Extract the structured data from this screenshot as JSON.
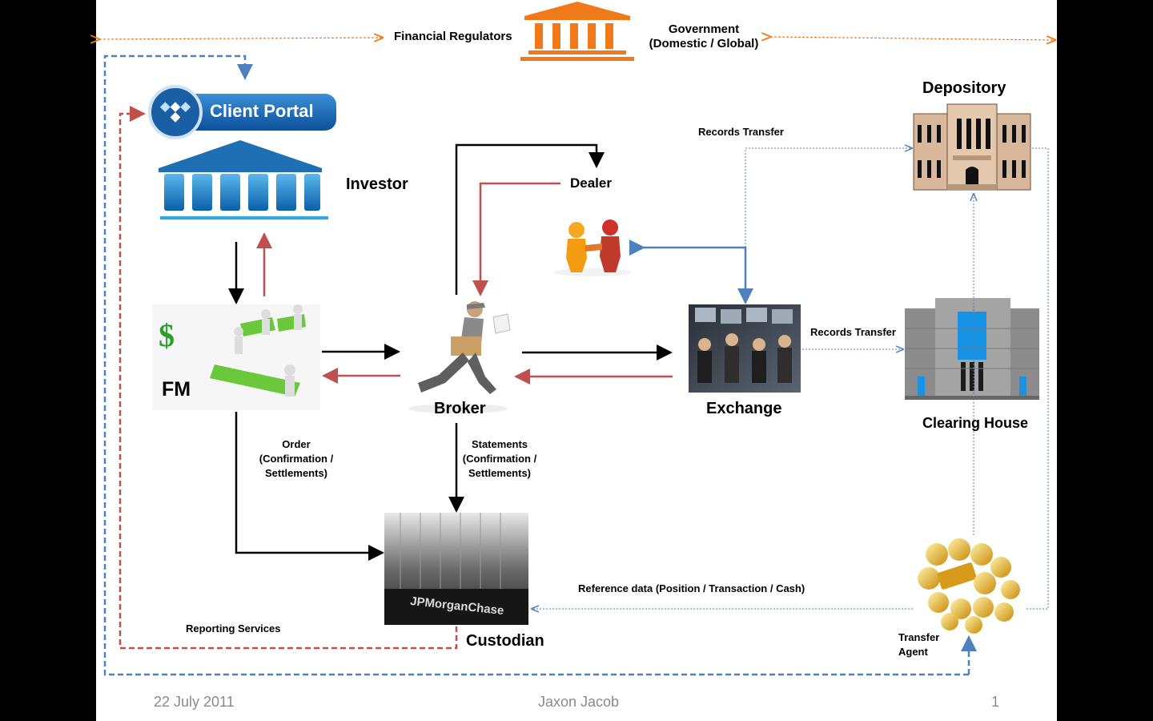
{
  "header": {
    "regulators_label": "Financial Regulators",
    "government_line1": "Government",
    "government_line2": "(Domestic / Global)"
  },
  "nodes": {
    "client_portal": "Client Portal",
    "investor": "Investor",
    "fm": "FM",
    "broker": "Broker",
    "dealer": "Dealer",
    "exchange": "Exchange",
    "depository": "Depository",
    "clearing_house": "Clearing House",
    "custodian": "Custodian",
    "custodian_sign": "JPMorganChase",
    "transfer_agent_line1": "Transfer",
    "transfer_agent_line2": "Agent"
  },
  "edges": {
    "order_line1": "Order",
    "order_line2": "(Confirmation /",
    "order_line3": "Settlements)",
    "statements_line1": "Statements",
    "statements_line2": "(Confirmation /",
    "statements_line3": "Settlements)",
    "records_transfer_top": "Records Transfer",
    "records_transfer_mid": "Records Transfer",
    "reference_data": "Reference data (Position / Transaction  / Cash)",
    "reporting_services": "Reporting Services"
  },
  "footer": {
    "date": "22 July 2011",
    "author": "Jaxon Jacob",
    "page": "1"
  },
  "colors": {
    "black_flow": "#000000",
    "red_flow": "#c0504d",
    "blue_flow": "#4f81bd",
    "orange_regulator": "#f07a1a",
    "investor_blue": "#1f6fb5"
  }
}
